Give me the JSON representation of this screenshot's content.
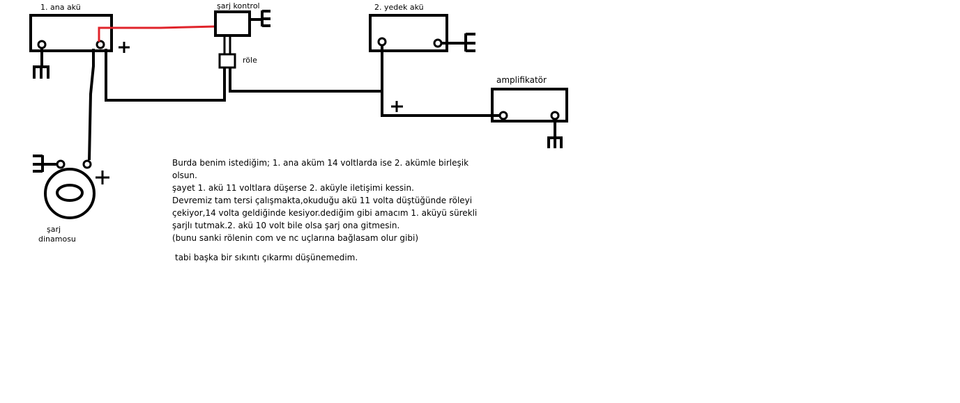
{
  "labels": {
    "main_battery": "1. ana akü",
    "charge_control": "şarj kontrol",
    "relay": "röle",
    "backup_battery": "2. yedek akü",
    "amplifier": "amplifikatör",
    "charge_dynamo_line1": "şarj",
    "charge_dynamo_line2": "dinamosu"
  },
  "note": {
    "lines": [
      "Burda benim istediğim; 1. ana aküm 14 voltlarda ise 2. akümle birleşik",
      "olsun.",
      "şayet 1. akü 11 voltlara düşerse 2. aküyle iletişimi kessin.",
      "Devremiz tam tersi çalışmakta,okuduğu akü 11 volta düştüğünde röleyi",
      "çekiyor,14 volta geldiğinde kesiyor.dediğim gibi amacım 1. aküyü sürekli",
      "şarjlı tutmak.2. akü 10 volt bile olsa şarj ona gitmesin.",
      "(bunu sanki rölenin com ve nc uçlarına bağlasam olur gibi)"
    ],
    "footer": "tabi başka bir sıkıntı çıkarmı düşünemedim."
  },
  "colors": {
    "wire": "#000000",
    "positive_wire": "#e0242b"
  }
}
